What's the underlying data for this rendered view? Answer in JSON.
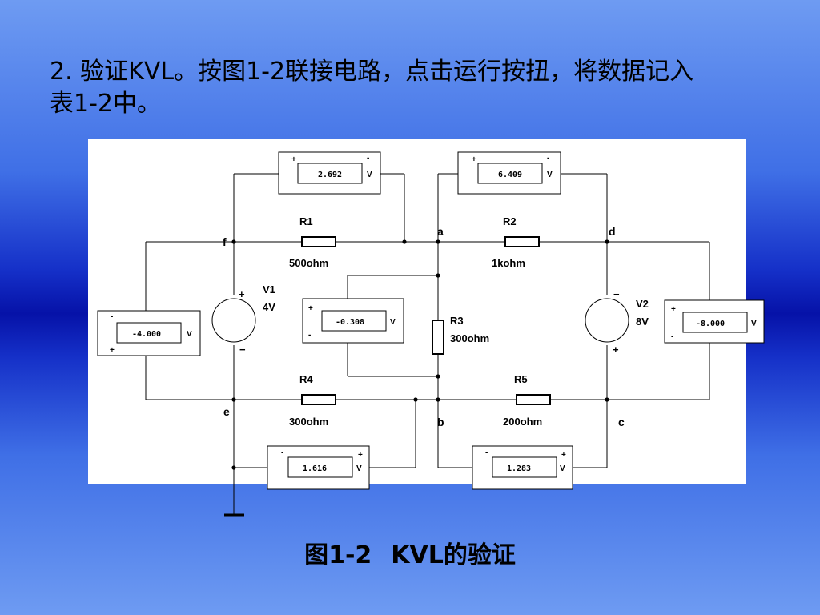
{
  "slide": {
    "title_line1": "2. 验证KVL。按图1-2联接电路，点击运行按扭，将数据记入",
    "title_line2": "表1-2中。",
    "caption_num": "图1-2",
    "caption_text": "KVL的验证"
  },
  "circuit": {
    "nodes": {
      "a": "a",
      "b": "b",
      "c": "c",
      "d": "d",
      "e": "e",
      "f": "f"
    },
    "resistors": {
      "r1": {
        "name": "R1",
        "value": "500ohm"
      },
      "r2": {
        "name": "R2",
        "value": "1kohm"
      },
      "r3": {
        "name": "R3",
        "value": "300ohm"
      },
      "r4": {
        "name": "R4",
        "value": "300ohm"
      },
      "r5": {
        "name": "R5",
        "value": "200ohm"
      }
    },
    "sources": {
      "v1": {
        "name": "V1",
        "value": "4V"
      },
      "v2": {
        "name": "V2",
        "value": "8V"
      }
    },
    "voltmeters": {
      "vm_r1": {
        "reading": "2.692",
        "unit": "V"
      },
      "vm_r2": {
        "reading": "6.409",
        "unit": "V"
      },
      "vm_v1": {
        "reading": "-4.000",
        "unit": "V"
      },
      "vm_r3": {
        "reading": "-0.308",
        "unit": "V"
      },
      "vm_v2": {
        "reading": "-8.000",
        "unit": "V"
      },
      "vm_r4": {
        "reading": "1.616",
        "unit": "V"
      },
      "vm_r5": {
        "reading": "1.283",
        "unit": "V"
      }
    },
    "signs": {
      "plus": "+",
      "minus": "-",
      "minus_long": "−"
    }
  }
}
